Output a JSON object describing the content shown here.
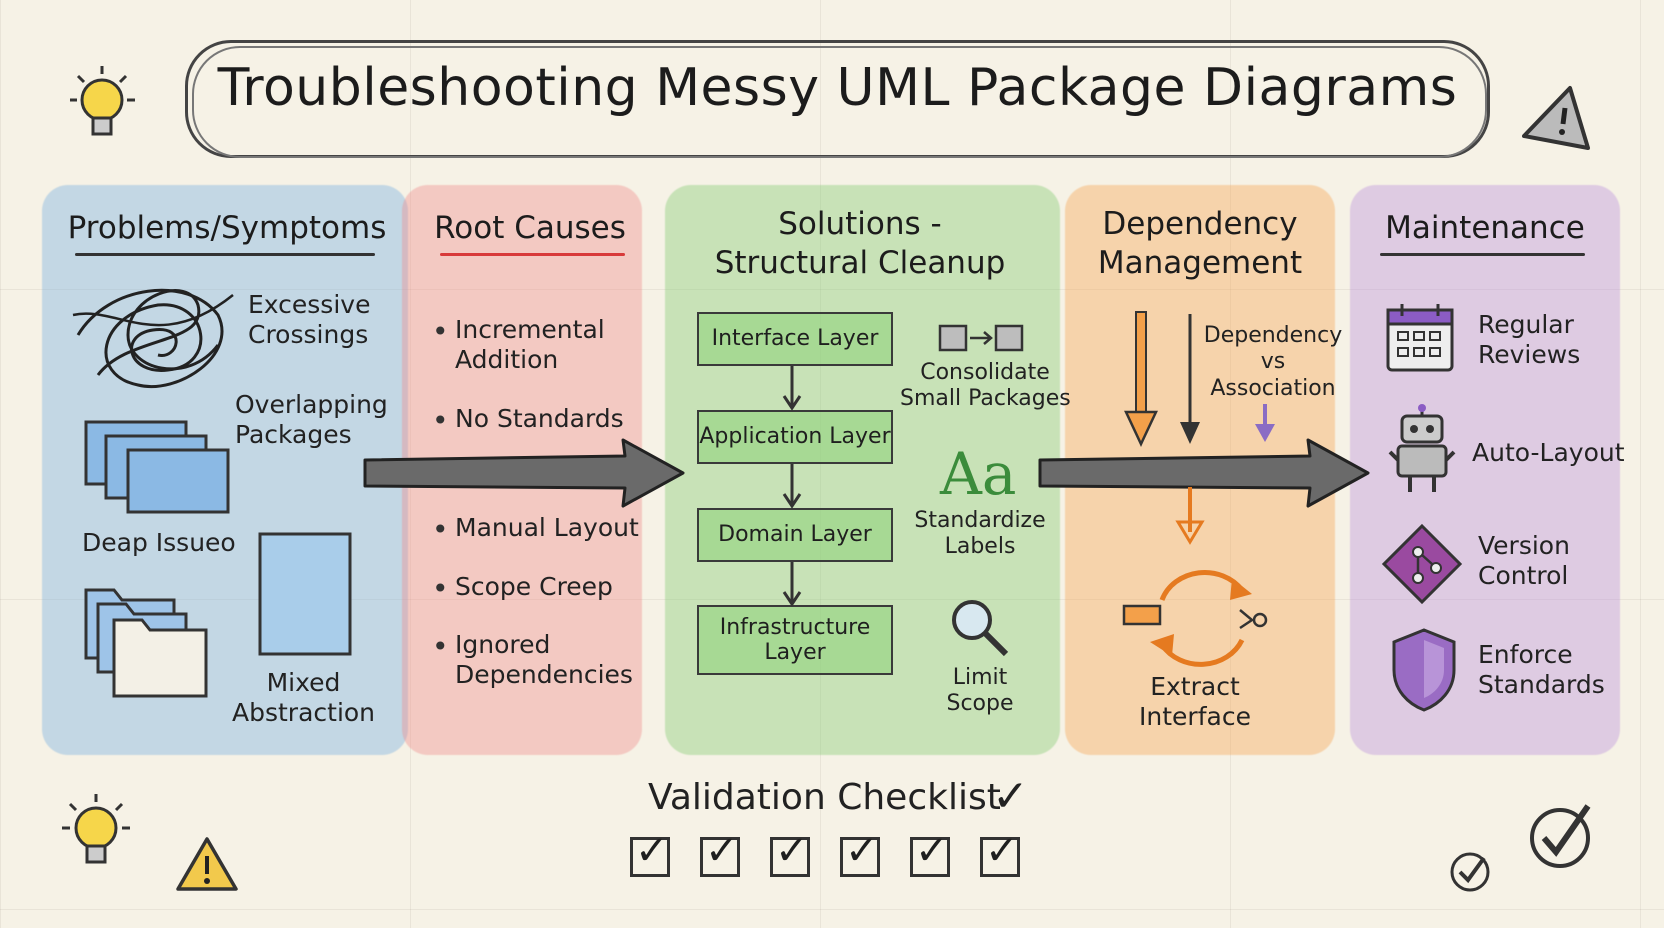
{
  "title": "Troubleshooting Messy UML Package Diagrams",
  "columns": {
    "problems": {
      "heading": "Problems/Symptoms",
      "items": [
        "Excessive\nCrossings",
        "Overlapping\nPackages",
        "Deap Issueo",
        "Mixed\nAbstraction"
      ]
    },
    "causes": {
      "heading": "Root Causes",
      "items": [
        "Incremental\nAddition",
        "No Standards",
        "Manual Layout",
        "Scope Creep",
        "Ignored\nDependencies"
      ]
    },
    "solutions": {
      "heading": "Solutions -\nStructural Cleanup",
      "layers": [
        "Interface Layer",
        "Application Layer",
        "Domain Layer",
        "Infrastructure\nLayer"
      ],
      "tips": [
        "Consolidate\nSmall Packages",
        "Standardize\nLabels",
        "Limit\nScope"
      ],
      "icon_text": "Aa"
    },
    "dependency": {
      "heading": "Dependency\nManagement",
      "items": [
        "Dependency\nvs\nAssociation",
        "Extract\nInterface"
      ]
    },
    "maintenance": {
      "heading": "Maintenance",
      "items": [
        "Regular\nReviews",
        "Auto-Layout",
        "Version\nControl",
        "Enforce\nStandards"
      ]
    }
  },
  "checklist": {
    "label": "Validation Checklist",
    "check_mark": "✓"
  },
  "colors": {
    "problems": "#78afe1",
    "causes": "#f08c8c",
    "solutions": "#87cd78",
    "dependency": "#f5aa5a",
    "maintenance": "#b98cdc"
  }
}
